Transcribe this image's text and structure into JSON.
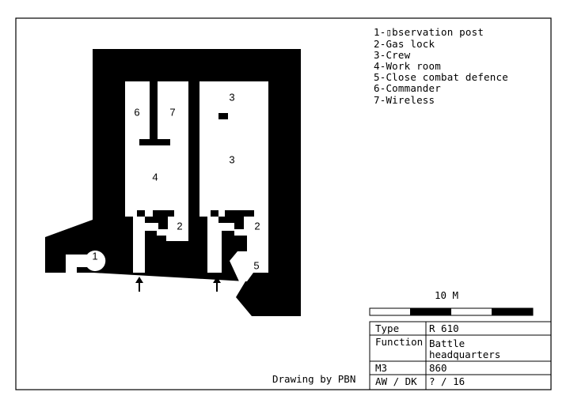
{
  "legend": {
    "items": [
      "1-▯bservation post",
      "2-Gas lock",
      "3-Crew",
      "4-Work room",
      "5-Close combat defence",
      "6-Commander",
      "7-Wireless"
    ]
  },
  "rooms": {
    "r6": "6",
    "r7": "7",
    "r3_top": "3",
    "r3_main": "3",
    "r4": "4",
    "r2_left": "2",
    "r2_right": "2",
    "r5": "5",
    "r1": "1"
  },
  "scale": {
    "label": "10 M"
  },
  "info_table": {
    "rows": [
      {
        "key": "Type",
        "value": "R 610"
      },
      {
        "key": "Function",
        "value": "Battle",
        "value2": "headquarters"
      },
      {
        "key": "M3",
        "value": "860"
      },
      {
        "key": "AW / DK",
        "value": "? / 16"
      }
    ]
  },
  "credit": "Drawing by PBN"
}
